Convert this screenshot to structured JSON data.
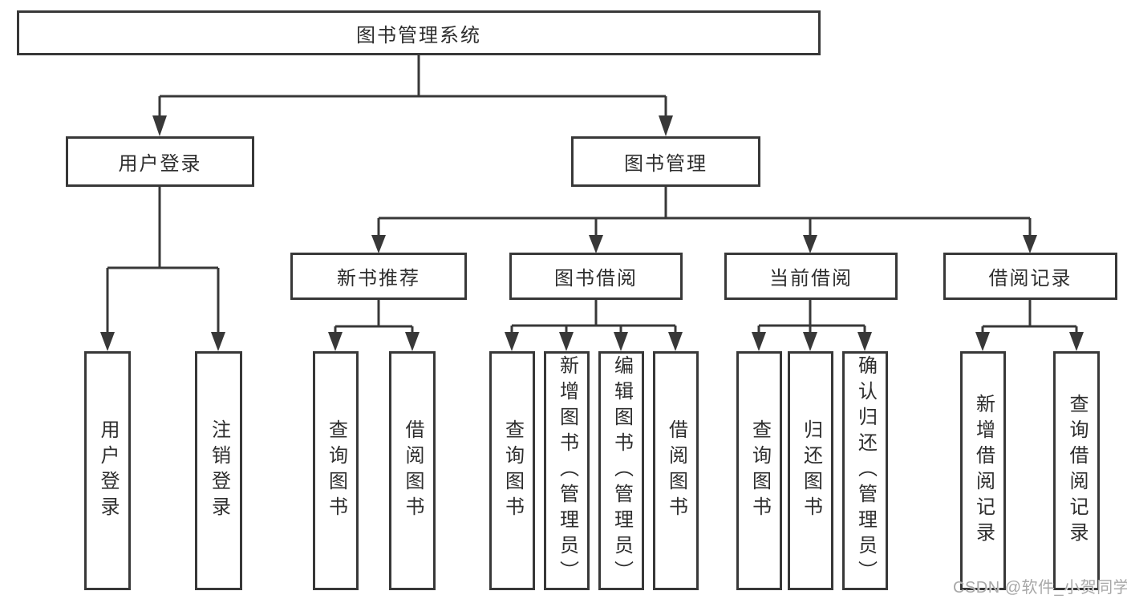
{
  "diagram": {
    "root": {
      "label": "图书管理系统"
    },
    "level2": {
      "user_login": {
        "label": "用户登录"
      },
      "book_management": {
        "label": "图书管理"
      }
    },
    "level3": {
      "new_book_recommend": {
        "label": "新书推荐"
      },
      "book_borrow": {
        "label": "图书借阅"
      },
      "current_borrow": {
        "label": "当前借阅"
      },
      "borrow_records": {
        "label": "借阅记录"
      }
    },
    "level4": {
      "user_login_children": {
        "login": {
          "label": "用户登录"
        },
        "logout": {
          "label": "注销登录"
        }
      },
      "new_book_recommend_children": {
        "query_books": {
          "label": "查询图书"
        },
        "borrow_books": {
          "label": "借阅图书"
        }
      },
      "book_borrow_children": {
        "query_books": {
          "label": "查询图书"
        },
        "add_books_admin": {
          "label": "新增图书（管理员）"
        },
        "edit_books_admin": {
          "label": "编辑图书（管理员）"
        },
        "borrow_books": {
          "label": "借阅图书"
        }
      },
      "current_borrow_children": {
        "query_books": {
          "label": "查询图书"
        },
        "return_books": {
          "label": "归还图书"
        },
        "confirm_return_admin": {
          "label": "确认归还（管理员）"
        }
      },
      "borrow_records_children": {
        "add_borrow_record": {
          "label": "新增借阅记录"
        },
        "query_borrow_record": {
          "label": "查询借阅记录"
        }
      }
    }
  },
  "watermark": {
    "text": "CSDN @软件_小贺同学"
  },
  "colors": {
    "line": "#383838",
    "text": "#2e2e2e",
    "background": "#ffffff",
    "watermark": "#a8a8a8"
  }
}
